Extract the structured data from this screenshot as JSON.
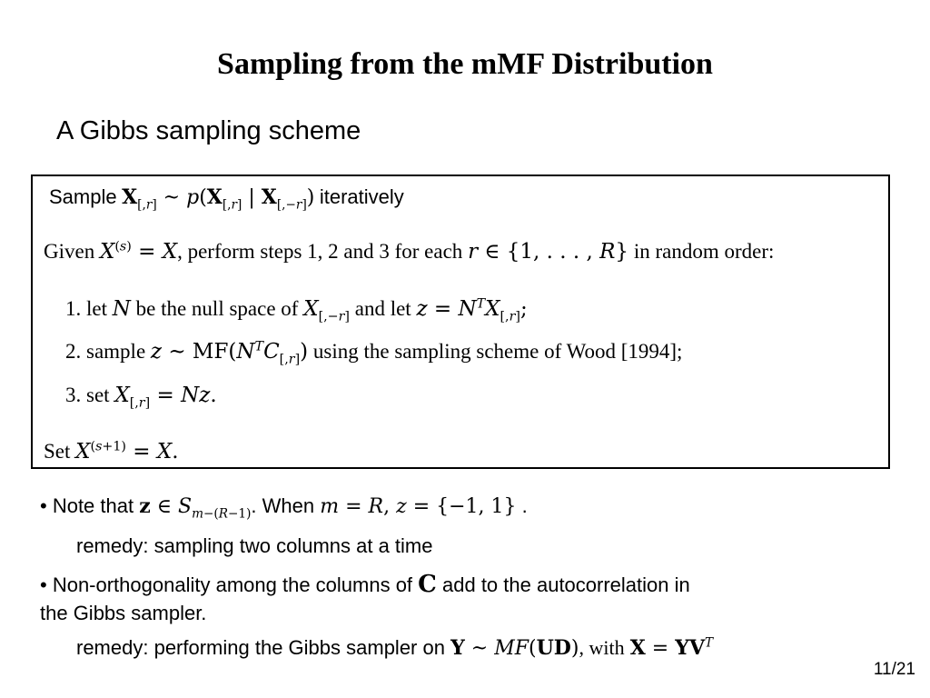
{
  "title": "Sampling from the mMF Distribution",
  "subtitle": "A Gibbs sampling scheme",
  "box": {
    "sample_prefix": "Sample",
    "sample_suffix": "iteratively",
    "given_prefix": "Given",
    "given_mid": ", perform steps 1, 2 and 3 for each",
    "given_suffix": "in random order:",
    "step1_num": "1.",
    "step1_a": "let",
    "step1_b": "be the null space of",
    "step1_c": "and let",
    "step2_num": "2.",
    "step2_a": "sample",
    "step2_b": "using the sampling scheme of Wood [1994];",
    "step3_num": "3.",
    "step3_a": "set",
    "set_prefix": "Set"
  },
  "notes": {
    "note1_prefix": "• Note that",
    "note1_mid": ". When",
    "note1_end": ".",
    "remedy1": "remedy: sampling two columns at a time",
    "note2_prefix": "• Non-orthogonality among the columns of",
    "note2_suffix": "add to the autocorrelation in",
    "note2_line2": "the Gibbs sampler.",
    "remedy2_prefix": "remedy: performing the Gibbs sampler on",
    "remedy2_with": ", with"
  },
  "page_number": "11/21"
}
